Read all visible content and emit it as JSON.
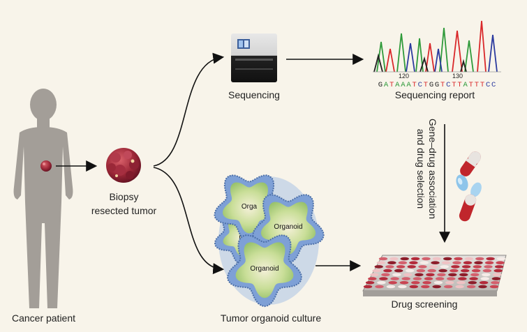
{
  "labels": {
    "cancer_patient": "Cancer patient",
    "biopsy_line1": "Biopsy",
    "biopsy_line2": "resected tumor",
    "sequencing": "Sequencing",
    "sequencing_report": "Sequencing report",
    "gene_drug_line1": "Gene–drug association",
    "gene_drug_line2": "and drug selection",
    "tumor_organoid_culture": "Tumor organoid culture",
    "drug_screening": "Drug screening",
    "organoid_1": "Orga",
    "organoid_2": "Organoid",
    "organoid_3": "C",
    "organoid_4": "Organoid"
  },
  "chromatogram": {
    "positions": [
      "120",
      "130"
    ],
    "sequence": "GATAAATCTGGTCTTATTTCC"
  },
  "colors": {
    "background": "#f8f4ea",
    "silhouette": "#a39e98",
    "tumor": "#a1303a",
    "organoid_membrane": "#6b8fc9",
    "organoid_core": "#bcd88b",
    "pill_red": "#c0262c",
    "pill_blue": "#8ec5ea"
  }
}
